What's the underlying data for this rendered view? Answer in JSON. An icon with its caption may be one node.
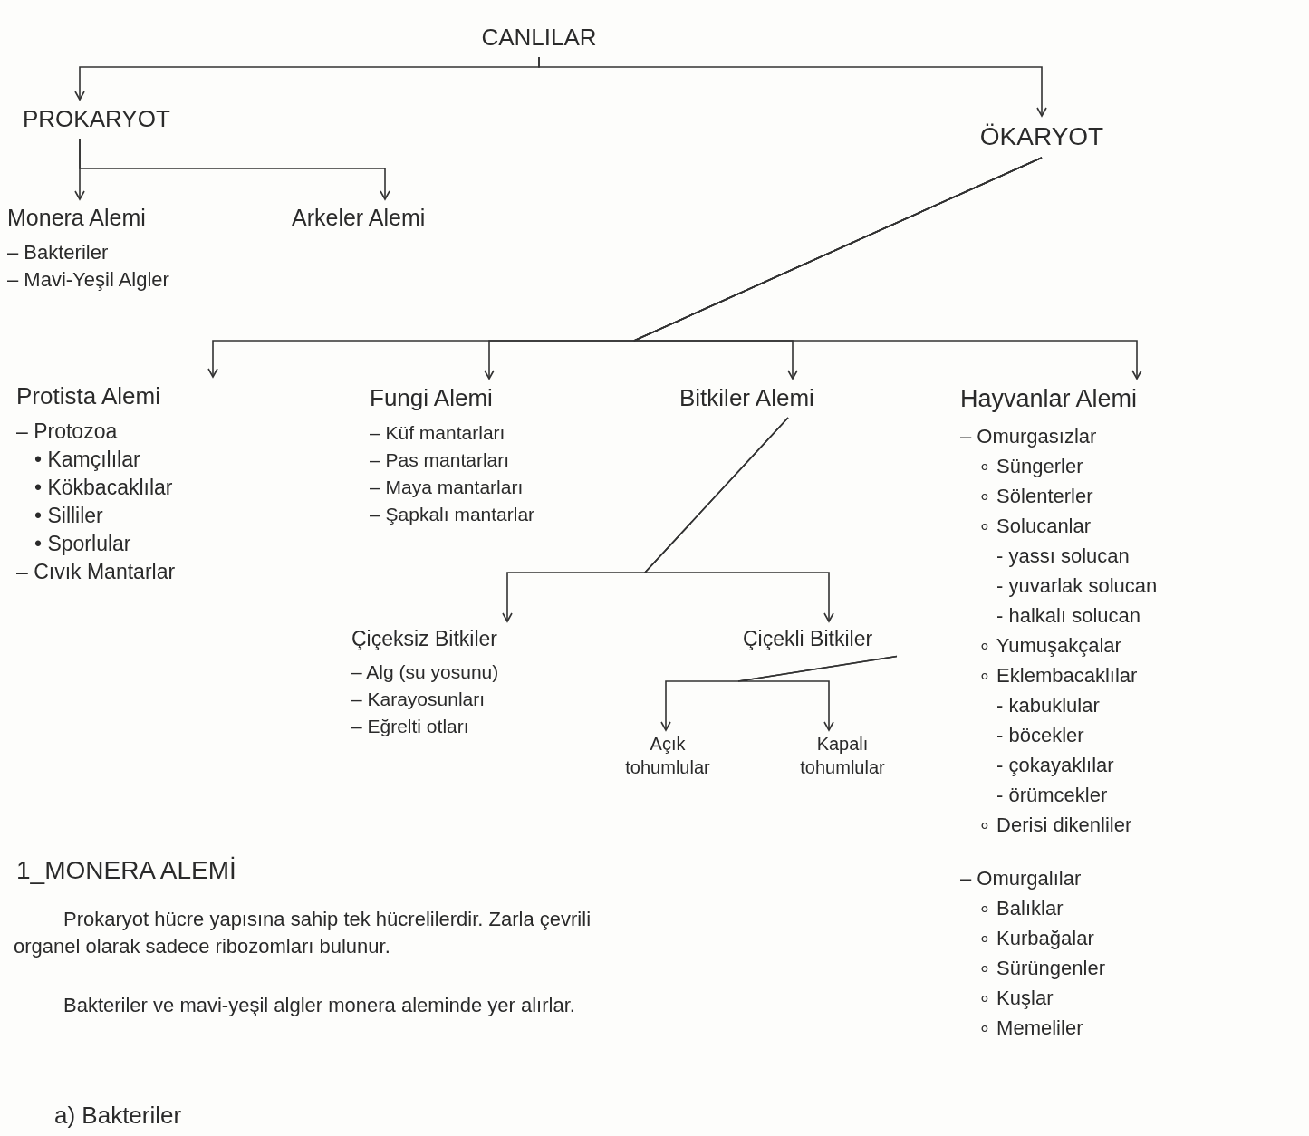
{
  "diagram": {
    "nodes": [
      {
        "text": [
          "CANLILAR"
        ]
      },
      {
        "text": [
          "PROKARYOT"
        ]
      },
      {
        "text": [
          "ÖKARYOT"
        ]
      },
      {
        "text": [
          "Monera Alemi",
          "– Bakteriler",
          "– Mavi-Yeşil Algler"
        ]
      },
      {
        "text": [
          "Arkeler Alemi"
        ]
      },
      {
        "text": [
          "Protista Alemi",
          "– Protozoa",
          "• Kamçılılar",
          "• Kökbacaklılar",
          "• Silliler",
          "• Sporlular",
          "– Cıvık Mantarlar"
        ]
      },
      {
        "text": [
          "Fungi Alemi",
          "– Küf mantarları",
          "– Pas mantarları",
          "– Maya mantarları",
          "– Şapkalı mantarlar"
        ]
      },
      {
        "text": [
          "Bitkiler Alemi"
        ]
      },
      {
        "text": [
          "Hayvanlar Alemi",
          "– Omurgasızlar",
          "∘ Süngerler",
          "∘ Sölenterler",
          "∘ Solucanlar",
          "- yassı solucan",
          "- yuvarlak solucan",
          "- halkalı solucan",
          "∘ Yumuşakçalar",
          "∘ Eklembacaklılar",
          "- kabuklular",
          "- böcekler",
          "- çokayaklılar",
          "- örümcekler",
          "∘ Derisi dikenliler",
          "– Omurgalılar",
          "∘ Balıklar",
          "∘ Kurbağalar",
          "∘ Sürüngenler",
          "∘ Kuşlar",
          "∘ Memeliler"
        ]
      },
      {
        "text": [
          "Çiçeksiz Bitkiler",
          "– Alg (su yosunu)",
          "– Karayosunları",
          "– Eğrelti otları"
        ]
      },
      {
        "text": [
          "Çiçekli Bitkiler"
        ]
      },
      {
        "text": [
          "Açık tohumlular"
        ]
      },
      {
        "text": [
          "Kapalı tohumlular"
        ]
      }
    ],
    "edges": [
      {
        "from": 0,
        "to": 1,
        "arrow": "to"
      },
      {
        "from": 0,
        "to": 2,
        "arrow": "to"
      },
      {
        "from": 1,
        "to": 3,
        "arrow": "to"
      },
      {
        "from": 1,
        "to": 4,
        "arrow": "to"
      },
      {
        "from": 2,
        "to": 5,
        "arrow": "to"
      },
      {
        "from": 2,
        "to": 6,
        "arrow": "to"
      },
      {
        "from": 2,
        "to": 7,
        "arrow": "to"
      },
      {
        "from": 2,
        "to": 8,
        "arrow": "to"
      },
      {
        "from": 7,
        "to": 9,
        "arrow": "to"
      },
      {
        "from": 7,
        "to": 10,
        "arrow": "to"
      },
      {
        "from": 10,
        "to": 11,
        "arrow": "to"
      },
      {
        "from": 10,
        "to": 12,
        "arrow": "to"
      }
    ],
    "labels": [
      "1_MONERA ALEMİ",
      "Prokaryot hücre yapısına sahip tek hücrelilerdir. Zarla çevrili organel olarak sadece ribozomları bulunur.",
      "Bakteriler ve mavi-yeşil algler monera aleminde yer alırlar.",
      "a) Bakteriler"
    ]
  }
}
